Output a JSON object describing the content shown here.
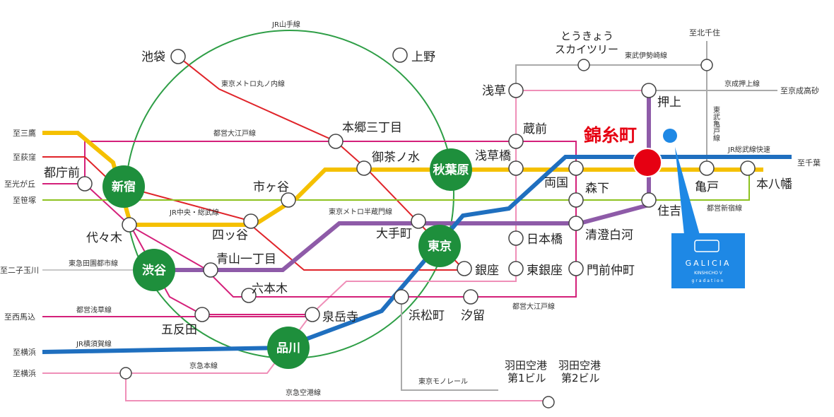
{
  "colors": {
    "yamanote": "#2e9e46",
    "chuo_sobu": "#f5c000",
    "sobu_rapid": "#1f6fbf",
    "hanzomon": "#8e5ba8",
    "oedo": "#d4207a",
    "marunouchi": "#e0242a",
    "shinjuku_line": "#8dc21f",
    "asakusa_keikyu": "#ef8fb8",
    "tobu": "#aaaaaa",
    "highlight": "#e60012",
    "hub": "#1e8f3c",
    "galicia": "#1e88e5"
  },
  "highlight_station": "錦糸町",
  "hubs": {
    "shinjuku": "新宿",
    "shibuya": "渋谷",
    "shinagawa": "品川",
    "tokyo": "東京",
    "akihabara": "秋葉原"
  },
  "stations": {
    "ikebukuro": "池袋",
    "ueno": "上野",
    "hongo": "本郷三丁目",
    "ochanomizu": "御茶ノ水",
    "asakusabashi": "浅草橋",
    "kuramae": "蔵前",
    "asakusa": "浅草",
    "skytree": "とうきょう\nスカイツリー",
    "oshiage": "押上",
    "kameido": "亀戸",
    "motoyawata": "本八幡",
    "ryogoku": "両国",
    "morishita": "森下",
    "sumiyoshi": "住吉",
    "kiyosumi": "清澄白河",
    "nihonbashi": "日本橋",
    "higashiginza": "東銀座",
    "monzen": "門前仲町",
    "ginza": "銀座",
    "otemachi": "大手町",
    "ichigaya": "市ヶ谷",
    "yotsuya": "四ッ谷",
    "tochomae": "都庁前",
    "yoyogi": "代々木",
    "aoyama": "青山一丁目",
    "roppongi": "六本木",
    "sengakuji": "泉岳寺",
    "gotanda": "五反田",
    "hamamatsucho": "浜松町",
    "shiodome": "汐留",
    "haneda1": "羽田空港\n第1ビル",
    "haneda2": "羽田空港\n第2ビル"
  },
  "lines": {
    "yamanote": "JR山手線",
    "marunouchi": "東京メトロ丸ノ内線",
    "oedo": "都営大江戸線",
    "chuo_sobu": "JR中央・総武線",
    "hanzomon": "東京メトロ半蔵門線",
    "denentoshi": "東急田園都市線",
    "asakusa": "都営浅草線",
    "yokosuka": "JR横須賀線",
    "keikyu": "京急本線",
    "keikyu_airport": "京急空港線",
    "monorail": "東京モノレール",
    "oedo2": "都営大江戸線",
    "shinjuku": "都営新宿線",
    "sobu_rapid": "JR総武線快速",
    "tobu_isesaki": "東武伊勢崎線",
    "keisei_oshiage": "京成押上線",
    "tobu_kameido": "東武亀戸線"
  },
  "directions": {
    "mitaka": "至三鷹",
    "ogikubo": "至荻窪",
    "hikarigaoka": "至光が丘",
    "sasazuka": "至笹塚",
    "futakotamagawa": "至二子玉川",
    "nishimagome": "至西馬込",
    "yokohama1": "至横浜",
    "yokohama2": "至横浜",
    "kitasenju": "至北千住",
    "keiseitakasago": "至京成高砂",
    "chiba": "至千葉"
  },
  "galicia": {
    "name": "GALICIA",
    "sub": "KINSHICHO V",
    "tag": "gradation"
  }
}
